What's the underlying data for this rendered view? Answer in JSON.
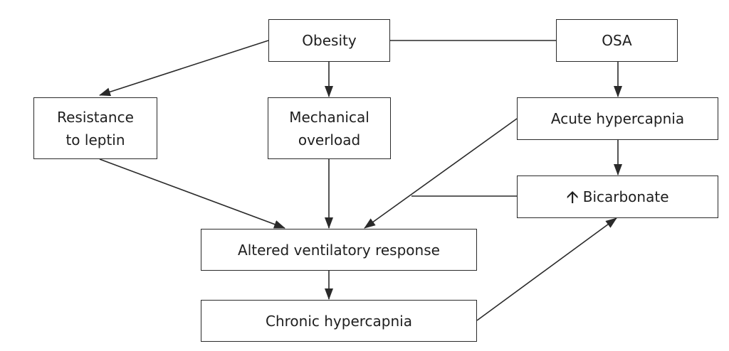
{
  "nodes": {
    "obesity": "Obesity",
    "osa": "OSA",
    "leptin": "Resistance\nto leptin",
    "mechanical": "Mechanical\noverload",
    "acute": "Acute hypercapnia",
    "bicarbonate": "Bicarbonate",
    "bicarbonate_icon": "up-arrow-icon",
    "altered": "Altered ventilatory response",
    "chronic": "Chronic hypercapnia"
  },
  "edges": [
    {
      "from": "obesity",
      "to": "osa",
      "type": "line"
    },
    {
      "from": "obesity",
      "to": "leptin",
      "type": "arrow"
    },
    {
      "from": "obesity",
      "to": "mechanical",
      "type": "arrow"
    },
    {
      "from": "osa",
      "to": "acute",
      "type": "arrow"
    },
    {
      "from": "acute",
      "to": "bicarbonate",
      "type": "arrow"
    },
    {
      "from": "leptin",
      "to": "altered",
      "type": "arrow"
    },
    {
      "from": "mechanical",
      "to": "altered",
      "type": "arrow"
    },
    {
      "from": "acute",
      "to": "altered",
      "type": "arrow"
    },
    {
      "from": "bicarbonate",
      "to": "altered",
      "type": "line-join"
    },
    {
      "from": "altered",
      "to": "chronic",
      "type": "arrow"
    },
    {
      "from": "chronic",
      "to": "bicarbonate",
      "type": "arrow"
    }
  ],
  "colors": {
    "stroke": "#2a2a2a",
    "text": "#1e1e1e",
    "background": "#ffffff"
  }
}
